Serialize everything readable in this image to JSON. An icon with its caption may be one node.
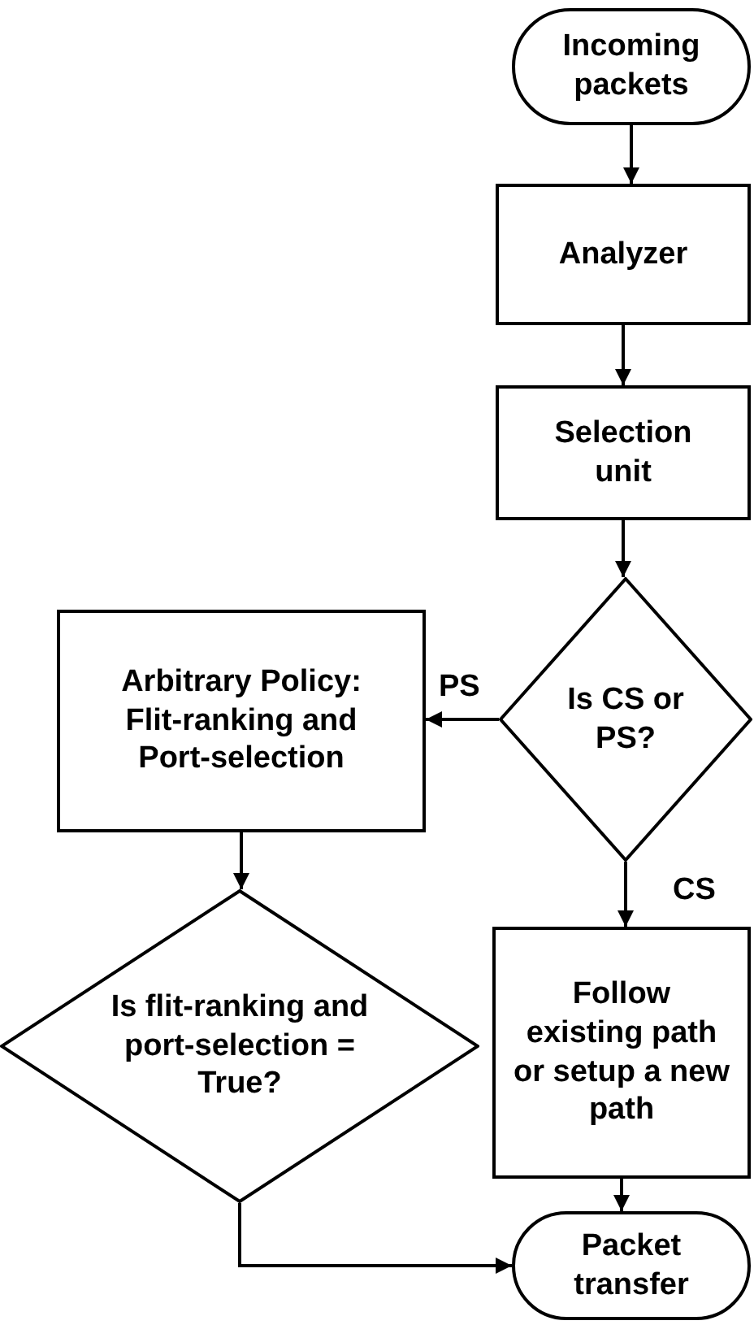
{
  "diagram": {
    "nodes": [
      {
        "text": [
          "Incoming packets"
        ]
      },
      {
        "text": [
          "Analyzer"
        ]
      },
      {
        "text": [
          "Selection unit"
        ]
      },
      {
        "text": [
          "Is CS or PS?"
        ]
      },
      {
        "text": [
          "Arbitrary Policy: Flit-ranking and Port-selection"
        ]
      },
      {
        "text": [
          "Is flit-ranking and port-selection = True?"
        ]
      },
      {
        "text": [
          "Follow existing path or setup a new path"
        ]
      },
      {
        "text": [
          "Packet transfer"
        ]
      }
    ],
    "edges": [
      {
        "from": 0,
        "to": 1,
        "arrow": "to"
      },
      {
        "from": 1,
        "to": 2,
        "arrow": "to"
      },
      {
        "from": 2,
        "to": 3,
        "arrow": "to"
      },
      {
        "from": 3,
        "to": 4,
        "arrow": "to",
        "label": "PS"
      },
      {
        "from": 3,
        "to": 6,
        "arrow": "to",
        "label": "CS"
      },
      {
        "from": 4,
        "to": 5,
        "arrow": "to"
      },
      {
        "from": 5,
        "to": 7,
        "arrow": "to"
      },
      {
        "from": 6,
        "to": 7,
        "arrow": "to"
      }
    ]
  }
}
